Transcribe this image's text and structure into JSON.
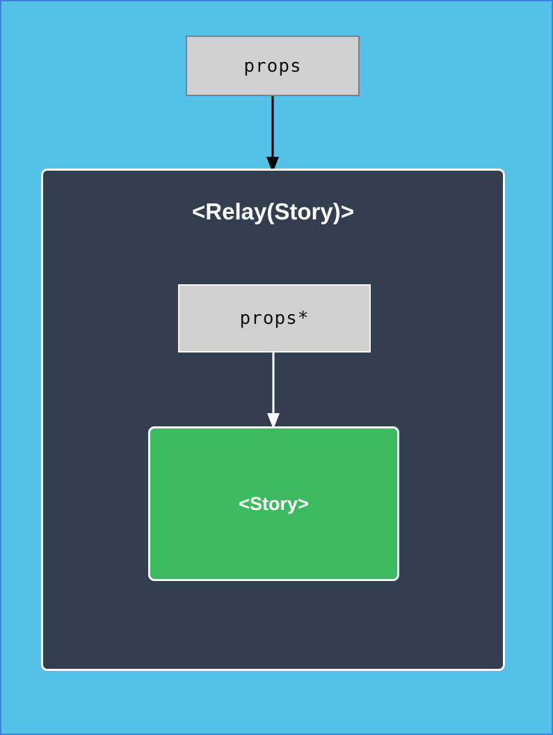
{
  "diagram": {
    "outer_input": {
      "label": "props"
    },
    "component": {
      "title": "<Relay(Story)>",
      "inner_input": {
        "label": "props*"
      },
      "child": {
        "label": "<Story>"
      }
    }
  },
  "colors": {
    "page-bg": "#54c1e8",
    "page-border": "#3f80e0",
    "container-bg": "#333f50",
    "container-border": "#ffffff",
    "box-bg": "#d1d1d1",
    "box-border": "#808080",
    "inner-box-border": "#f4f4ef",
    "story-bg": "#3cba5f",
    "arrow-dark": "#000000",
    "arrow-light": "#ffffff",
    "text-dark": "#111111",
    "text-light": "#ffffff"
  }
}
